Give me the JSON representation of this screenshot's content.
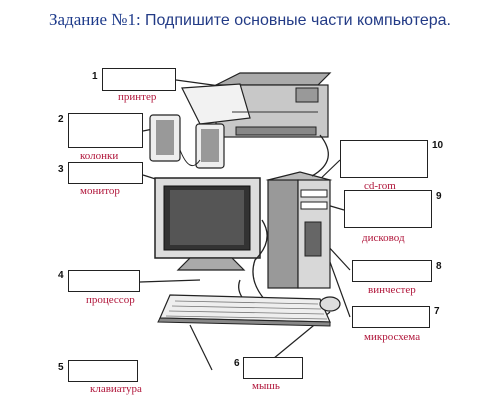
{
  "title": {
    "lead": "Задание №1:",
    "rest": "Подпишите основные части компьютера."
  },
  "items": [
    {
      "number": "1",
      "label": "принтер"
    },
    {
      "number": "2",
      "label": "колонки"
    },
    {
      "number": "3",
      "label": "монитор"
    },
    {
      "number": "4",
      "label": "процессор"
    },
    {
      "number": "5",
      "label": "клавиатура"
    },
    {
      "number": "6",
      "label": "мышь"
    },
    {
      "number": "7",
      "label": "микросхема"
    },
    {
      "number": "8",
      "label": "винчестер"
    },
    {
      "number": "9",
      "label": "дисковод"
    },
    {
      "number": "10",
      "label": "cd-rom"
    }
  ],
  "colors": {
    "title": "#1d3a8a",
    "label": "#b0153a",
    "line": "#222222"
  }
}
